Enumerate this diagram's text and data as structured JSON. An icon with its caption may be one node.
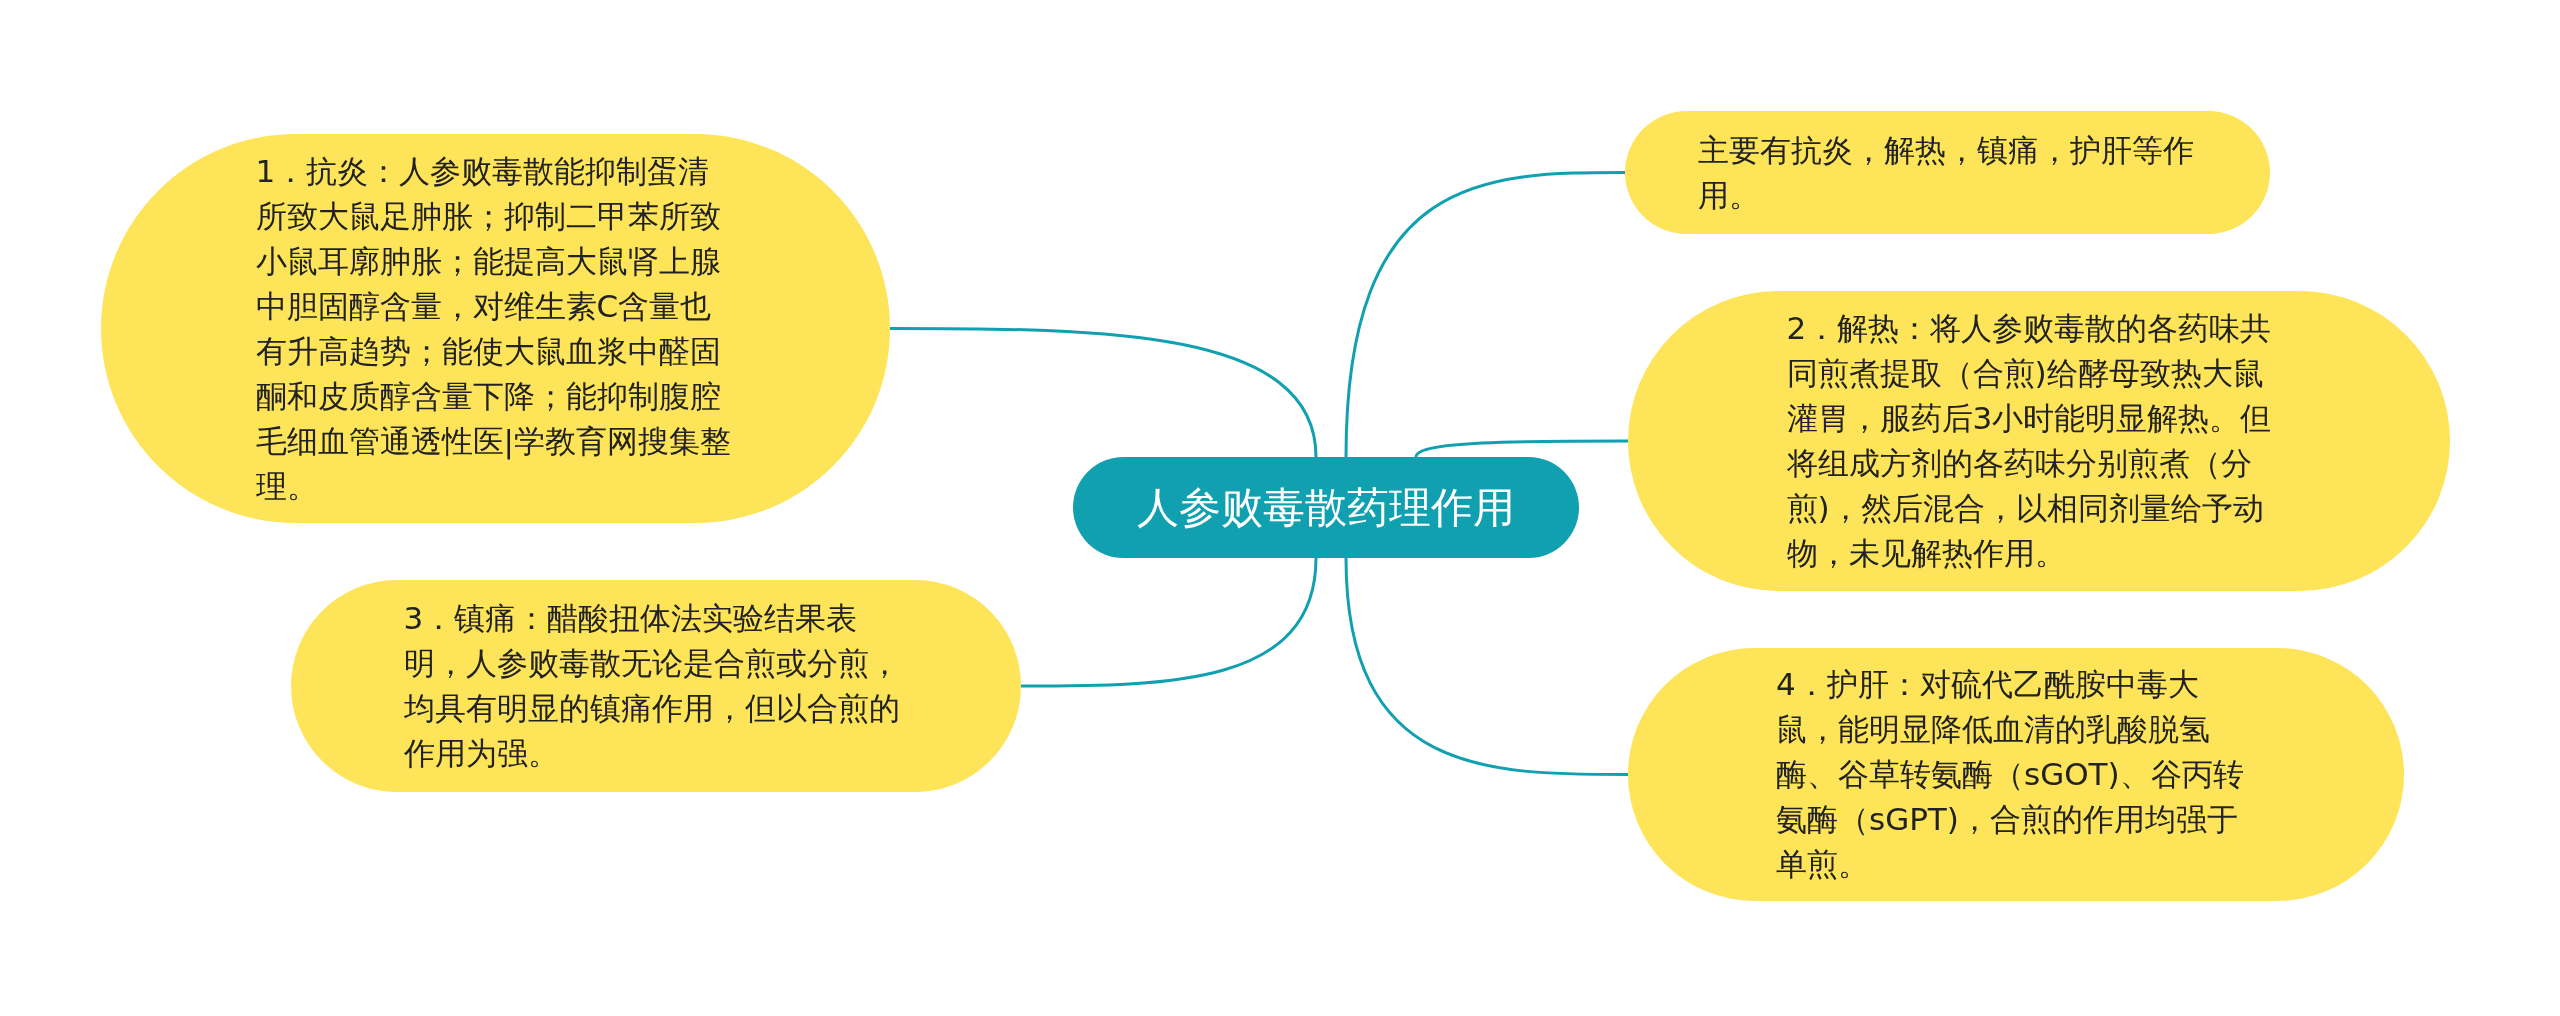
{
  "diagram": {
    "nodes": [
      {
        "text": [
          "人参败毒散药理作用"
        ]
      },
      {
        "text": [
          "1．抗炎：人参败毒散能抑制蛋清所致大鼠足肿胀；抑制二甲苯所致小鼠耳廓肿胀；能提高大鼠肾上腺中胆固醇含量，对维生素C含量也有升高趋势；能使大鼠血浆中醛固酮和皮质醇含量下降；能抑制腹腔毛细血管通透性医|学教育网搜集整理。"
        ]
      },
      {
        "text": [
          "3．镇痛：醋酸扭体法实验结果表明，人参败毒散无论是合煎或分煎，均具有明显的镇痛作用，但以合煎的作用为强。"
        ]
      },
      {
        "text": [
          "主要有抗炎，解热，镇痛，护肝等作用。"
        ]
      },
      {
        "text": [
          "2．解热：将人参败毒散的各药味共同煎煮提取（合煎)给酵母致热大鼠灌胃，服药后3小时能明显解热。但将组成方剂的各药味分别煎煮（分煎)，然后混合，以相同剂量给予动物，未见解热作用。"
        ]
      },
      {
        "text": [
          "4．护肝：对硫代乙酰胺中毒大鼠，能明显降低血清的乳酸脱氢酶、谷草转氨酶（sGOT)、谷丙转氨酶（sGPT)，合煎的作用均强于单煎。"
        ]
      }
    ],
    "edges": [
      {
        "from": 0,
        "to": 1,
        "arrow": "none"
      },
      {
        "from": 0,
        "to": 2,
        "arrow": "none"
      },
      {
        "from": 0,
        "to": 3,
        "arrow": "none"
      },
      {
        "from": 0,
        "to": 4,
        "arrow": "none"
      },
      {
        "from": 0,
        "to": 5,
        "arrow": "none"
      }
    ]
  }
}
